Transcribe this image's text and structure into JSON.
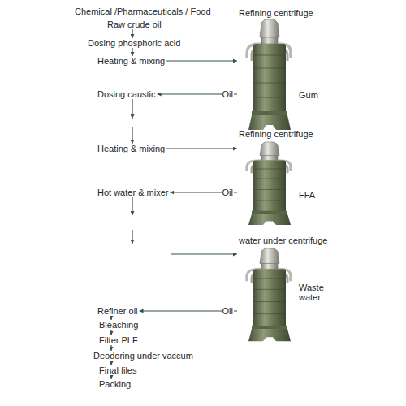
{
  "diagram": {
    "title": "Chemical /Pharmaceuticals / Food",
    "nodes": [
      {
        "text": [
          "Raw crude oil"
        ]
      },
      {
        "text": [
          "Dosing phosphoric acid"
        ]
      },
      {
        "text": [
          "Heating & mixing"
        ]
      },
      {
        "text": [
          "Refining centrifuge",
          "Gum"
        ]
      },
      {
        "text": [
          "Dosing caustic"
        ]
      },
      {
        "text": [
          "Heating & mixing"
        ]
      },
      {
        "text": [
          "Refining centrifuge",
          "FFA"
        ]
      },
      {
        "text": [
          "Hot water & mixer"
        ]
      },
      {
        "text": [
          "water under centrifuge",
          "Waste water"
        ]
      },
      {
        "text": [
          "Refiner oil"
        ]
      },
      {
        "text": [
          "Bleaching"
        ]
      },
      {
        "text": [
          "Filter PLF"
        ]
      },
      {
        "text": [
          "Deodoring under vaccum"
        ]
      },
      {
        "text": [
          "Final files"
        ]
      },
      {
        "text": [
          "Packing"
        ]
      }
    ],
    "edges": [
      {
        "from": 0,
        "to": 1,
        "arrow": "to"
      },
      {
        "from": 1,
        "to": 2,
        "arrow": "to"
      },
      {
        "from": 2,
        "to": 3,
        "arrow": "to"
      },
      {
        "from": 3,
        "to": 4,
        "label": "Oil",
        "arrow": "to"
      },
      {
        "from": 4,
        "to": 5,
        "arrow": "to"
      },
      {
        "from": 5,
        "to": 6,
        "arrow": "to"
      },
      {
        "from": 6,
        "to": 7,
        "label": "Oil",
        "arrow": "to"
      },
      {
        "from": 7,
        "to": 8,
        "arrow": "to"
      },
      {
        "from": 8,
        "to": 9,
        "label": "Oil",
        "arrow": "to"
      },
      {
        "from": 9,
        "to": 10,
        "arrow": "to"
      },
      {
        "from": 10,
        "to": 11,
        "arrow": "to"
      },
      {
        "from": 11,
        "to": 12,
        "arrow": "to"
      },
      {
        "from": 12,
        "to": 13,
        "arrow": "to"
      },
      {
        "from": 13,
        "to": 14,
        "arrow": "to"
      }
    ]
  }
}
